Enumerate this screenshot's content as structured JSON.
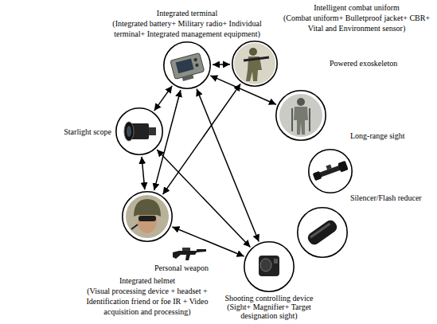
{
  "diagram": {
    "nodes": [
      {
        "text": [
          "Integrated terminal",
          "(Integrated battery+ Military radio+ Individual terminal+ Integrated management equipment)"
        ]
      },
      {
        "text": [
          "Intelligent combat uniform",
          "(Combat uniform+ Bulletproof jacket+ CBR+ Vital and Environment sensor)"
        ]
      },
      {
        "text": [
          "Powered exoskeleton"
        ]
      },
      {
        "text": [
          "Starlight scope"
        ]
      },
      {
        "text": [
          "Long-range sight"
        ]
      },
      {
        "text": [
          "Silencer/Flash reducer"
        ]
      },
      {
        "text": [
          "Integrated helmet",
          "(Visual processing device + headset + Identification friend or foe IR + Video acquisition and processing)"
        ]
      },
      {
        "text": [
          "Personal weapon"
        ]
      },
      {
        "text": [
          "Shooting controlling device",
          "(Sight+ Magnifier+ Target designation sight)"
        ]
      }
    ],
    "edges": [
      {
        "from": 0,
        "to": 1,
        "arrow": "both"
      },
      {
        "from": 0,
        "to": 2,
        "arrow": "both"
      },
      {
        "from": 0,
        "to": 3,
        "arrow": "both"
      },
      {
        "from": 0,
        "to": 6,
        "arrow": "both"
      },
      {
        "from": 0,
        "to": 8,
        "arrow": "both"
      },
      {
        "from": 1,
        "to": 6,
        "arrow": "both"
      },
      {
        "from": 3,
        "to": 6,
        "arrow": "both"
      },
      {
        "from": 3,
        "to": 8,
        "arrow": "both"
      },
      {
        "from": 6,
        "to": 8,
        "arrow": "both"
      }
    ]
  }
}
